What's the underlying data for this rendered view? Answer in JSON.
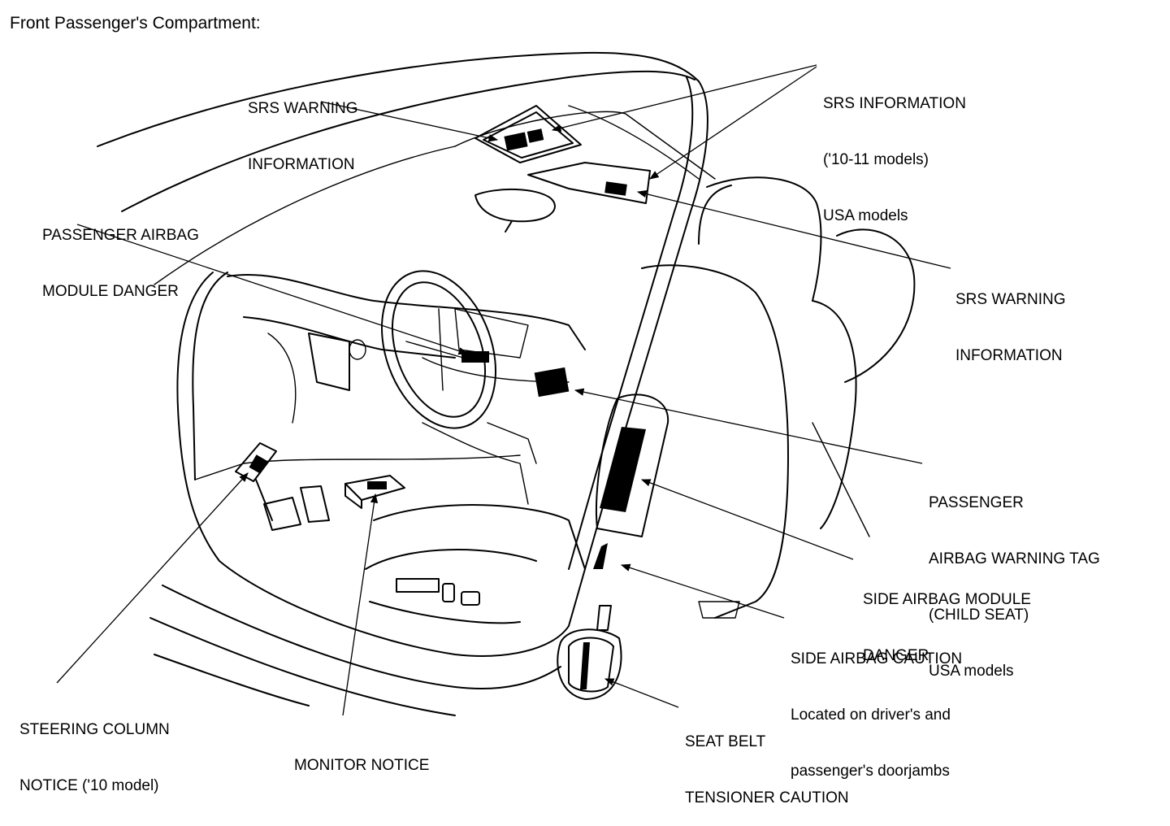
{
  "title": "Front Passenger's Compartment:",
  "labels": {
    "srs_warning_top": [
      "SRS WARNING",
      "INFORMATION"
    ],
    "srs_information": [
      "SRS INFORMATION",
      "('10-11 models)",
      "USA models"
    ],
    "passenger_airbag_danger": [
      "PASSENGER AIRBAG",
      "MODULE DANGER"
    ],
    "srs_warning_right": [
      "SRS WARNING",
      "INFORMATION"
    ],
    "passenger_warning_tag": [
      "PASSENGER",
      "AIRBAG WARNING TAG",
      "(CHILD SEAT)",
      "USA models"
    ],
    "side_airbag_danger": [
      "SIDE AIRBAG MODULE",
      "DANGER"
    ],
    "side_airbag_caution": [
      "SIDE AIRBAG CAUTION",
      "Located on driver's and",
      "passenger's doorjambs"
    ],
    "seat_belt_caution": [
      "SEAT BELT",
      "TENSIONER CAUTION"
    ],
    "steering_column_notice": [
      "STEERING COLUMN",
      "NOTICE ('10 model)"
    ],
    "monitor_notice": [
      "MONITOR NOTICE"
    ]
  },
  "colors": {
    "line": "#000000",
    "background": "#ffffff"
  }
}
